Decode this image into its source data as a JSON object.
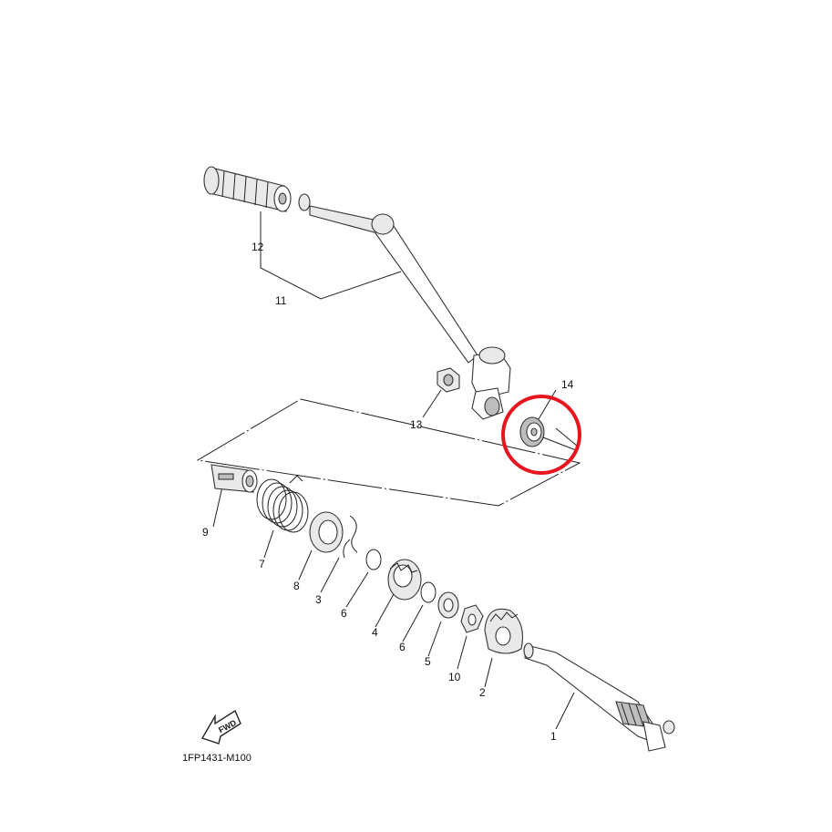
{
  "diagram": {
    "drawing_code": "1FP1431-M100",
    "fwd_label": "FWD",
    "highlight_color": "#e8141e",
    "callouts": {
      "p1": "1",
      "p2": "2",
      "p3": "3",
      "p4": "4",
      "p5": "5",
      "p6a": "6",
      "p6b": "6",
      "p7": "7",
      "p8": "8",
      "p9": "9",
      "p10": "10",
      "p11": "11",
      "p12": "12",
      "p13": "13",
      "p14": "14"
    }
  }
}
